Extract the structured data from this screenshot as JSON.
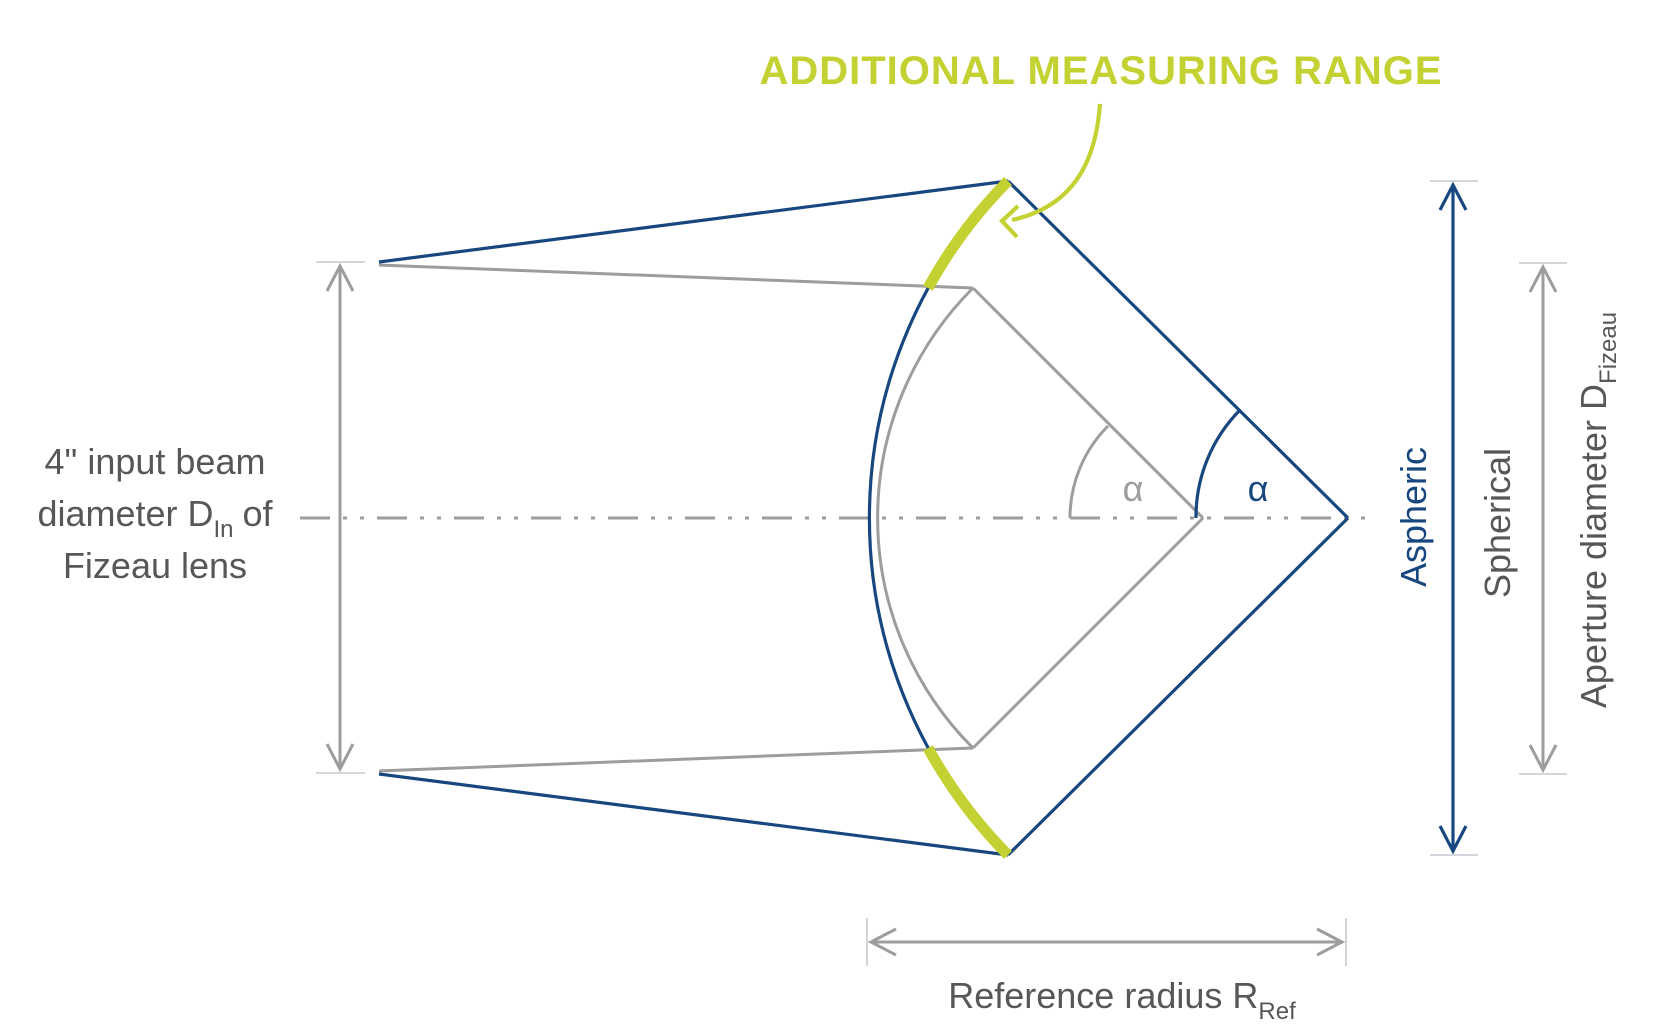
{
  "title": "ADDITIONAL MEASURING RANGE",
  "labels": {
    "input_line1": "4\" input beam",
    "input_line2_pre": "diameter D",
    "input_line2_sub": "In",
    "input_line2_post": "of",
    "input_line3": "Fizeau lens",
    "aspheric": "Aspheric",
    "spherical": "Spherical",
    "aperture_pre": "Aperture diameter D",
    "aperture_sub": "Fizeau",
    "reference_pre": "Reference radius R",
    "reference_sub": "Ref",
    "alpha_spherical": "α",
    "alpha_aspheric": "α"
  },
  "colors": {
    "navy": "#17477E",
    "gray": "#9D9D9C",
    "lime": "#C3D232",
    "text": "#575756",
    "tick": "#C9C9C9",
    "tickblue": "#C4C9D2",
    "bg": "#FFFFFF"
  }
}
